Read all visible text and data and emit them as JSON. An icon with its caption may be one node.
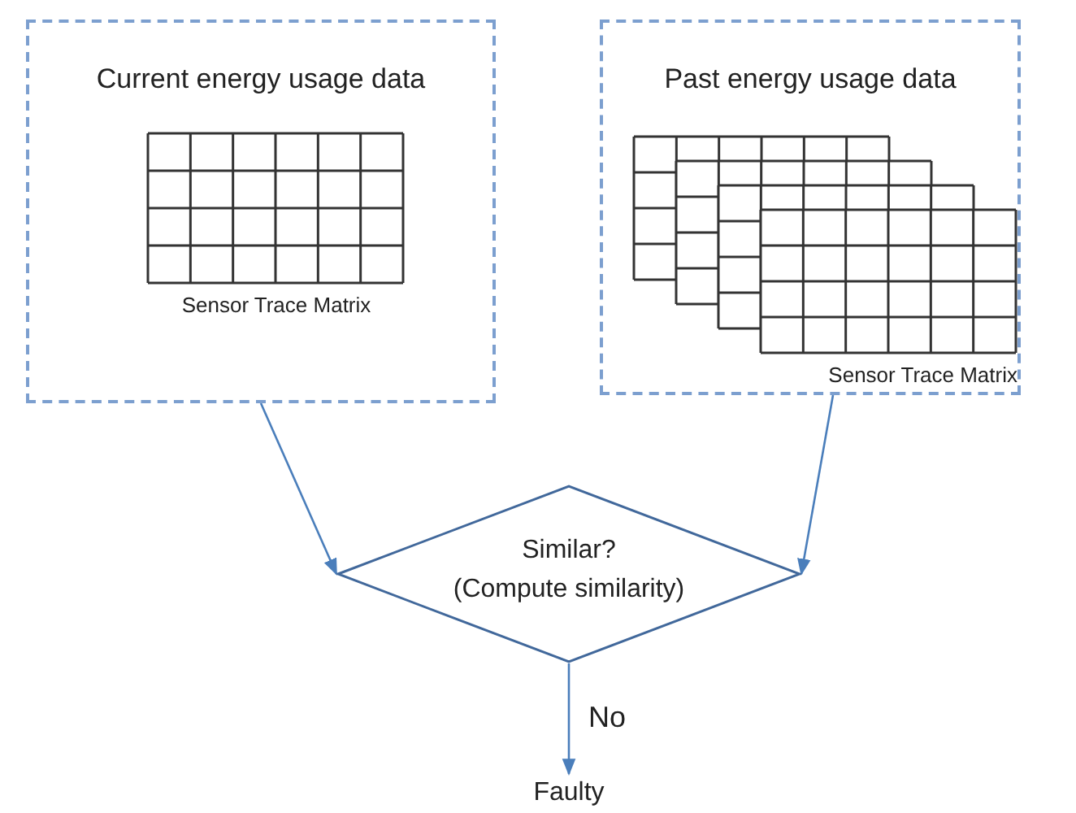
{
  "diagram": {
    "nodes": [
      {
        "text": [
          "Current energy usage data"
        ]
      },
      {
        "text": [
          "Sensor Trace Matrix"
        ],
        "in": 0
      },
      {
        "text": [
          "Past energy usage data"
        ]
      },
      {
        "text": [
          "Sensor Trace Matrix"
        ],
        "in": 2
      },
      {
        "text": [
          "Similar?",
          "(Compute similarity)"
        ]
      },
      {
        "text": [
          "Faulty"
        ]
      }
    ],
    "edges": [
      {
        "from": 0,
        "to": 4,
        "arrow": "to"
      },
      {
        "from": 2,
        "to": 4,
        "arrow": "to"
      },
      {
        "from": 4,
        "to": 5,
        "arrow": "to",
        "label": "No"
      }
    ]
  }
}
